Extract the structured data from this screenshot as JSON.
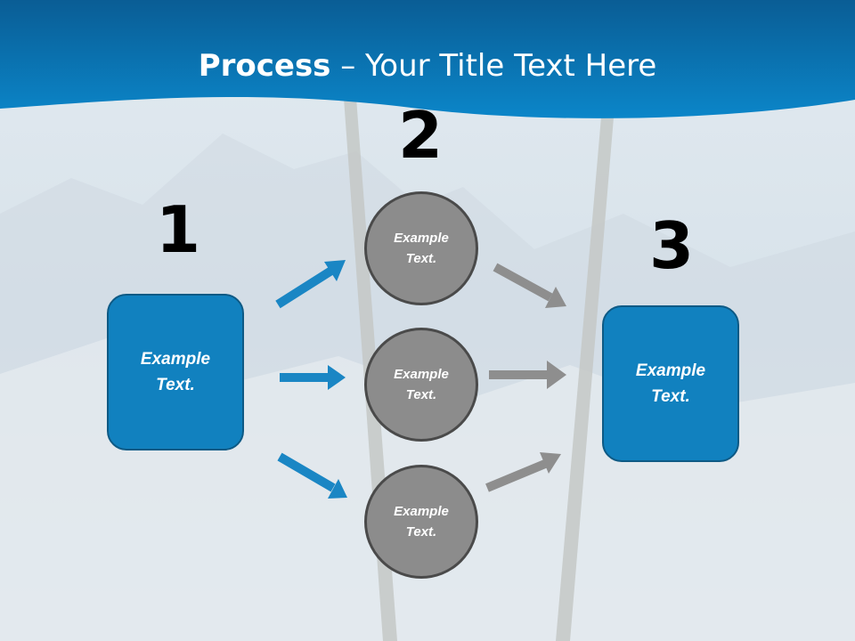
{
  "title": {
    "bold": "Process",
    "rest": " – Your Title Text Here"
  },
  "steps": [
    {
      "number": "1",
      "text": "Example\nText."
    },
    {
      "number": "2",
      "items": [
        "Example\nText.",
        "Example\nText.",
        "Example\nText."
      ]
    },
    {
      "number": "3",
      "text": "Example\nText."
    }
  ],
  "colors": {
    "header": "#0a7fc0",
    "box_fill": "#1181bf",
    "box_border": "#0e5a85",
    "circle_fill": "#8c8c8c",
    "arrow_blue": "#1a86c4",
    "arrow_gray": "#8e8e8e"
  }
}
